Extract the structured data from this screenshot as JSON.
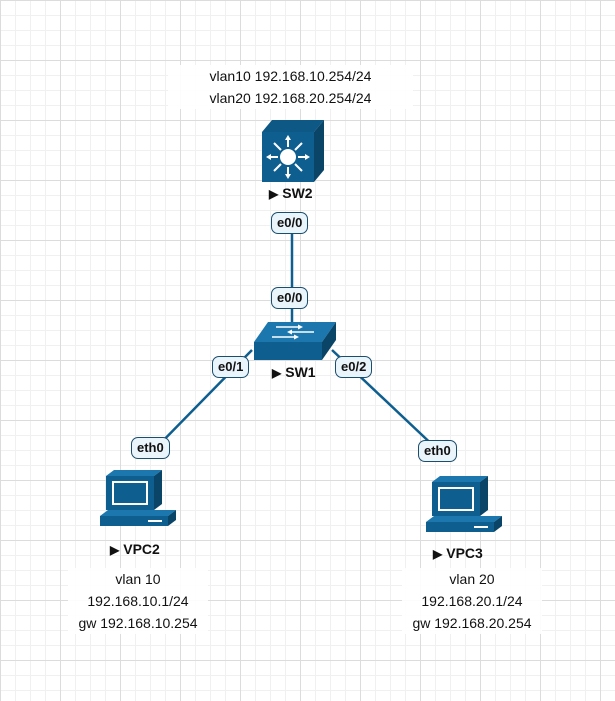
{
  "nodes": {
    "sw2": {
      "label": "SW2",
      "notes": [
        "vlan10 192.168.10.254/24",
        "vlan20 192.168.20.254/24"
      ]
    },
    "sw1": {
      "label": "SW1"
    },
    "vpc2": {
      "label": "VPC2",
      "notes": [
        "vlan 10",
        "192.168.10.1/24",
        "gw 192.168.10.254"
      ]
    },
    "vpc3": {
      "label": "VPC3",
      "notes": [
        "vlan 20",
        "192.168.20.1/24",
        "gw 192.168.20.254"
      ]
    }
  },
  "ports": {
    "sw2_e0_0": "e0/0",
    "sw1_e0_0": "e0/0",
    "sw1_e0_1": "e0/1",
    "sw1_e0_2": "e0/2",
    "vpc2_eth0": "eth0",
    "vpc3_eth0": "eth0"
  },
  "colors": {
    "link": "#0e5f8f",
    "device": "#0e5f8f",
    "device_dark": "#0a4467"
  },
  "play_glyph": "▶"
}
